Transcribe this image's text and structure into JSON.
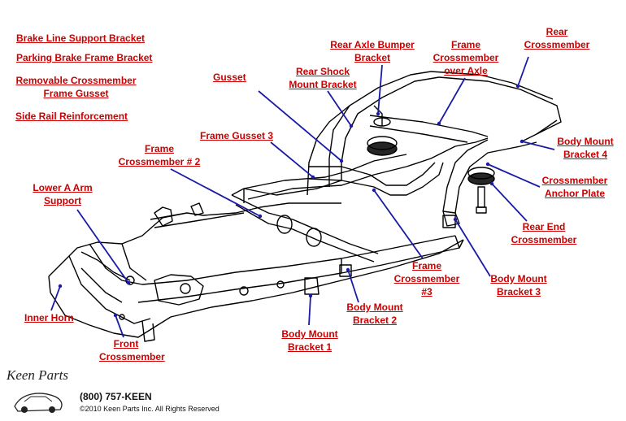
{
  "labels": {
    "brake_line": "Brake Line Support Bracket",
    "parking_brake": "Parking Brake Frame Bracket",
    "removable_1": "Removable Crossmember",
    "removable_2": "Frame Gusset",
    "side_rail": "Side Rail Reinforcement",
    "gusset": "Gusset",
    "rear_shock_1": "Rear Shock",
    "rear_shock_2": "Mount Bracket",
    "rear_axle_1": "Rear Axle Bumper",
    "rear_axle_2": "Bracket",
    "frame_xm_axle_1": "Frame",
    "frame_xm_axle_2": "Crossmember",
    "frame_xm_axle_3": "over Axle",
    "rear_xm_1": "Rear",
    "rear_xm_2": "Crossmember",
    "frame_gusset3": "Frame Gusset 3",
    "frame_xm2_1": "Frame",
    "frame_xm2_2": "Crossmember # 2",
    "body_mount4_1": "Body Mount",
    "body_mount4_2": "Bracket 4",
    "xm_anchor_1": "Crossmember",
    "xm_anchor_2": "Anchor Plate",
    "lower_a_arm_1": "Lower A Arm",
    "lower_a_arm_2": "Support",
    "rear_end_xm_1": "Rear End",
    "rear_end_xm_2": "Crossmember",
    "frame_xm3_1": "Frame",
    "frame_xm3_2": "Crossmember",
    "frame_xm3_3": "#3",
    "body_mount3_1": "Body Mount",
    "body_mount3_2": "Bracket 3",
    "inner_horn": "Inner Horn",
    "body_mount2_1": "Body Mount",
    "body_mount2_2": "Bracket 2",
    "body_mount1_1": "Body Mount",
    "body_mount1_2": "Bracket 1",
    "front_xm_1": "Front",
    "front_xm_2": "Crossmember"
  },
  "brand": {
    "logo": "Keen Parts",
    "phone": "(800) 757-KEEN",
    "copyright": "©2010 Keen Parts Inc. All Rights Reserved"
  },
  "colors": {
    "label": "#cc0000",
    "leader": "#1a1aa6",
    "frame": "#000000"
  }
}
